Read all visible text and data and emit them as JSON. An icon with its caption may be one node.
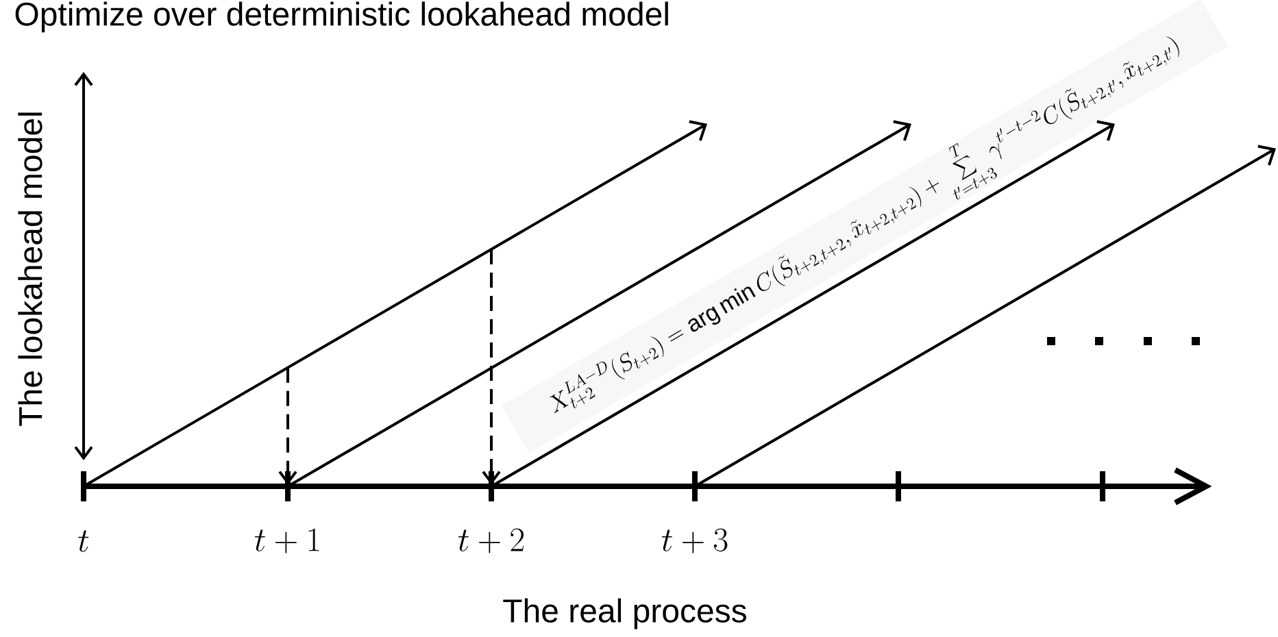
{
  "diagram": {
    "title": "Optimize over deterministic lookahead model",
    "labels": [
      "The lookahead model",
      "t",
      "t+1",
      "t+2",
      "t+3",
      "X_{t+2}^{LA-D}(S_{t+2}) = \\arg\\min C(\\tilde{S}_{t+2,t+2},\\tilde{x}_{t+2,t+2}) + \\sum_{t'=t+3}^{T} \\gamma^{t'-t-2} C(\\tilde{S}_{t+2,t'},\\tilde{x}_{t+2,t'})",
      "The real process"
    ]
  }
}
